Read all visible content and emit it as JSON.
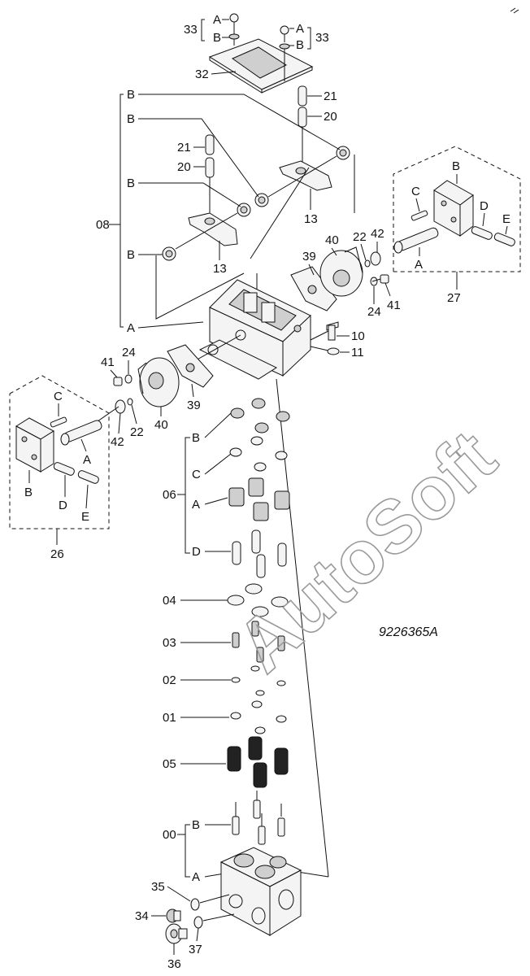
{
  "drawing": {
    "code": "9226365A",
    "watermark": "AutoSoft"
  },
  "callouts": {
    "n00": "00",
    "n01": "01",
    "n02": "02",
    "n03": "03",
    "n04": "04",
    "n05": "05",
    "n06": "06",
    "n08": "08",
    "n10": "10",
    "n11": "11",
    "n13": "13",
    "n20": "20",
    "n21": "21",
    "n22": "22",
    "n24": "24",
    "n26": "26",
    "n27": "27",
    "n32": "32",
    "n33": "33",
    "n34": "34",
    "n35": "35",
    "n36": "36",
    "n37": "37",
    "n39": "39",
    "n40": "40",
    "n41": "41",
    "n42": "42",
    "A": "A",
    "B": "B",
    "C": "C",
    "D": "D",
    "E": "E"
  }
}
